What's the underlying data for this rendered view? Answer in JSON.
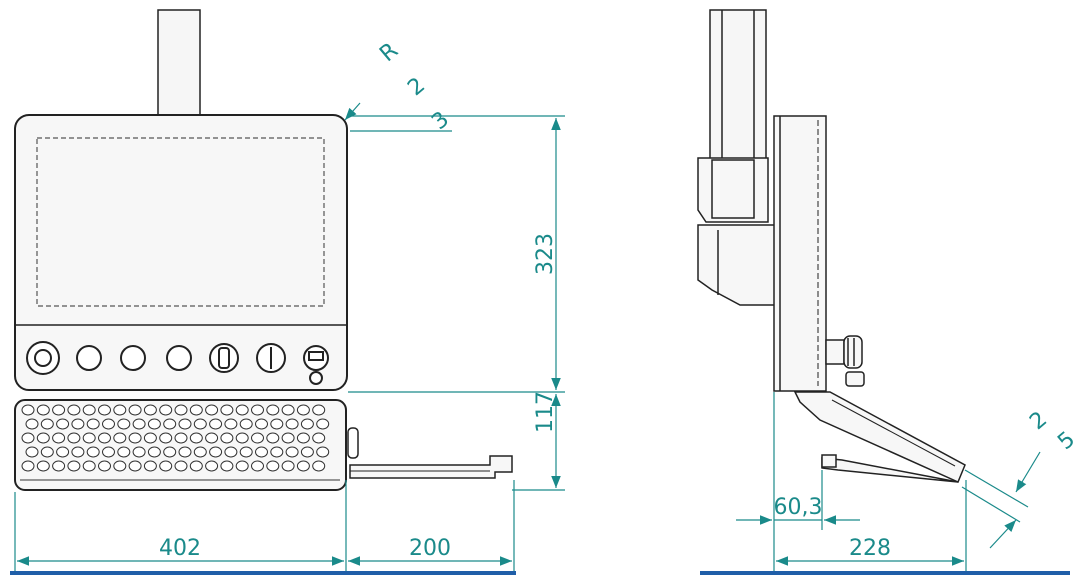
{
  "dimensions": {
    "radius": [
      "R",
      "2",
      "3"
    ],
    "height_screen": "323",
    "height_keyboard": "117",
    "width_main": "402",
    "width_tray": "200",
    "side_offset": "60,3",
    "side_depth": "228",
    "tilt": [
      "2",
      "5"
    ]
  },
  "colors": {
    "dimension_line": "#1a8a8a",
    "outline": "#222222",
    "base_line": "#1f5ea8",
    "fill_light": "#f4f4f4"
  }
}
